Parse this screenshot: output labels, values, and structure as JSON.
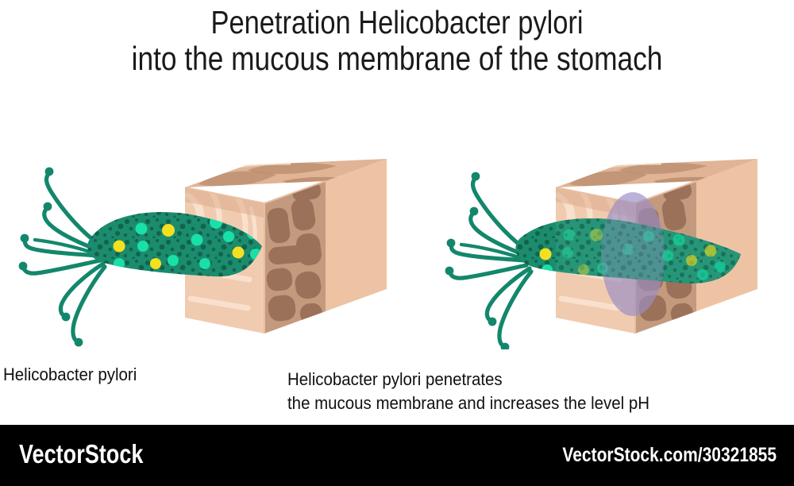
{
  "title": {
    "line1": "Penetration Helicobacter pylori",
    "line2": "into the mucous membrane of the stomach"
  },
  "captions": {
    "left": "Helicobacter pylori",
    "right_line1": "Helicobacter pylori penetrates",
    "right_line2": "the mucous membrane and increases the level pH"
  },
  "watermark": {
    "logo": "VectorStock",
    "url": "VectorStock.com/30321855",
    "bar_color": "#000000",
    "text_color": "#ffffff"
  },
  "figures": [
    {
      "id": "figure-left",
      "name": "helicobacter-pylori-outside-mucosa",
      "description": "Helicobacter pylori bacterium with flagella touching a block of stomach mucous membrane",
      "penetrating": false
    },
    {
      "id": "figure-right",
      "name": "helicobacter-pylori-penetrating-mucosa",
      "description": "Helicobacter pylori bacterium penetrating through a block of stomach mucous membrane, penetration zone highlighted",
      "penetrating": true
    }
  ],
  "colors": {
    "background": "#ffffff",
    "title_text": "#1a1a1a",
    "caption_text": "#111111",
    "bacteria_body": "#1b8c6e",
    "bacteria_body_dark_speckle": "#156b52",
    "bacteria_dot_yellow": "#f5e020",
    "bacteria_dot_cyan": "#19e0a8",
    "flagella": "#13876b",
    "tissue_front_light": "#f0cbb0",
    "tissue_front_cell_line": "#f7ddc8",
    "tissue_mid_dark_bg": "#c49a7e",
    "tissue_mid_cell": "#9b7159",
    "tissue_right_face": "#eec3a4",
    "tissue_top_light": "#e4bb9d",
    "tissue_top_cell": "#b98c6d",
    "penetration_zone": "#9b8fc4"
  }
}
